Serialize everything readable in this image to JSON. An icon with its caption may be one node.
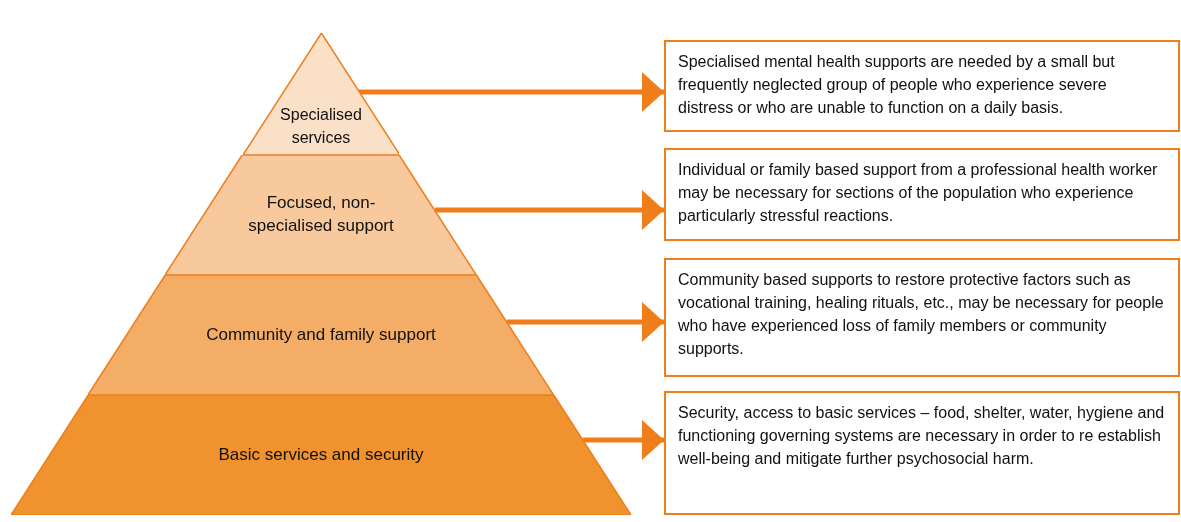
{
  "diagram": {
    "nodes": [
      {
        "text": [
          "Specialised services"
        ]
      },
      {
        "text": [
          "Focused, non-specialised support"
        ]
      },
      {
        "text": [
          "Community and family support"
        ]
      },
      {
        "text": [
          "Basic services and security"
        ]
      },
      {
        "text": [
          "Specialised mental health supports are needed by a small but frequently neglected group of people who experience severe distress or who are unable to function on a daily basis."
        ]
      },
      {
        "text": [
          "Individual or family based support from a professional health worker may be necessary for sections of the population who experience particularly stressful reactions."
        ]
      },
      {
        "text": [
          "Community based supports to restore protective factors such as vocational training, healing rituals, etc., may be necessary for people who have experienced loss of family members or community supports."
        ]
      },
      {
        "text": [
          "Security, access to basic services – food, shelter, water, hygiene and functioning governing systems are necessary in order to re establish well-being and mitigate further psychosocial harm."
        ]
      }
    ],
    "edges": [
      {
        "from": 0,
        "to": 4,
        "arrow": "to"
      },
      {
        "from": 1,
        "to": 5,
        "arrow": "to"
      },
      {
        "from": 2,
        "to": 6,
        "arrow": "to"
      },
      {
        "from": 3,
        "to": 7,
        "arrow": "to"
      }
    ]
  }
}
